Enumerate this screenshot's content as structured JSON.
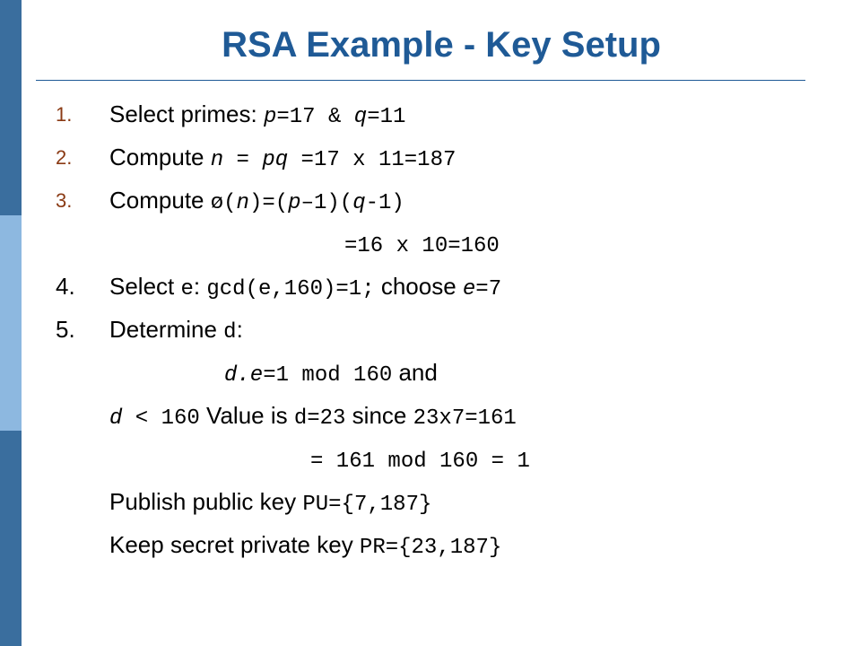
{
  "slide": {
    "title": "RSA Example - Key Setup",
    "accent_color": "#1f5a96",
    "sidebar_colors": [
      "#3a6e9e",
      "#8db8e0",
      "#3a6e9e"
    ]
  },
  "steps": [
    {
      "num": "1.",
      "lead": "Select primes: ",
      "m1": "p",
      "m2": "=17 & ",
      "m3": "q",
      "m4": "=11"
    },
    {
      "num": "2.",
      "lead": "Compute ",
      "m1": "n = pq",
      "m2": " =17 x 11=187"
    },
    {
      "num": "3.",
      "lead": "Compute ",
      "m1": "ø(",
      "m2": "n",
      "m3": ")=(",
      "m4": "p",
      "m5": "–1)(",
      "m6": "q",
      "m7": "-1)"
    },
    {
      "cont": "=16 x 10=160"
    },
    {
      "num": "4.",
      "lead": "Select ",
      "m1": "e",
      "t1": ": ",
      "m2": "gcd(e,160)=1;",
      "t2": " choose ",
      "m3": "e",
      "m4": "=7"
    },
    {
      "num": "5.",
      "lead": "Determine ",
      "m1": "d",
      "t1": ":"
    },
    {
      "m1": "d.e",
      "m2": "=1 mod 160",
      "t1": " and"
    },
    {
      "m1": "d",
      "m2": " < 160",
      "t1": " Value is ",
      "m3": "d=23",
      "t2": " since ",
      "m4": "23x7=161"
    },
    {
      "cont": "= 161 mod 160 = 1"
    },
    {
      "lead": "Publish public key ",
      "m1": "PU={7,187}"
    },
    {
      "lead": "Keep secret private key ",
      "m1": "PR={23,187}"
    }
  ]
}
